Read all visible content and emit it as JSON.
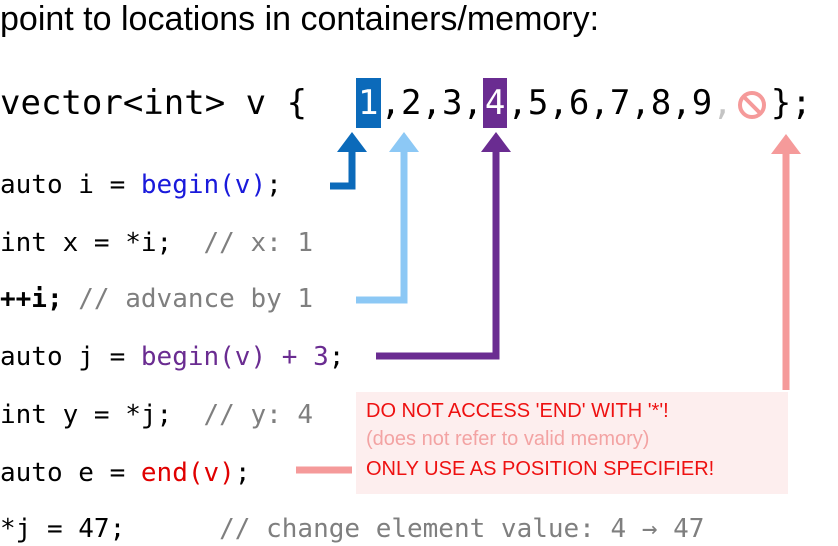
{
  "title": "point to locations in containers/memory:",
  "vector": {
    "decl": "vector<int> v {",
    "elements": [
      "1",
      "2",
      "3",
      "4",
      "5",
      "6",
      "7",
      "8",
      "9"
    ],
    "separator": ",",
    "end_marker": "⊘",
    "close": "};"
  },
  "code": {
    "line1": {
      "pre": "auto i = ",
      "fn": "begin(v)",
      "post": ";"
    },
    "line2": {
      "code": "int x = *i;",
      "comment": "// x: 1"
    },
    "line3": {
      "code": "++i;",
      "comment": "// advance by 1"
    },
    "line4": {
      "pre": "auto j = ",
      "fn": "begin(v) + 3",
      "post": ";"
    },
    "line5": {
      "code": "int y = *j;",
      "comment": "// y: 4"
    },
    "line6": {
      "pre": "auto e = ",
      "fn": "end(v)",
      "post": ";"
    },
    "line7": {
      "code": "*j = 47;",
      "comment": "// change element value: 4 → 47"
    }
  },
  "warning": {
    "line1": "DO NOT ACCESS 'END' WITH '*'!",
    "line2": "(does not refer to valid memory)",
    "line3": "ONLY USE AS POSITION SPECIFIER!"
  },
  "colors": {
    "blue": "#0b6aba",
    "light_blue": "#8cc8f5",
    "purple": "#6a2c91",
    "salmon": "#f59a9a",
    "red": "#e00000"
  }
}
